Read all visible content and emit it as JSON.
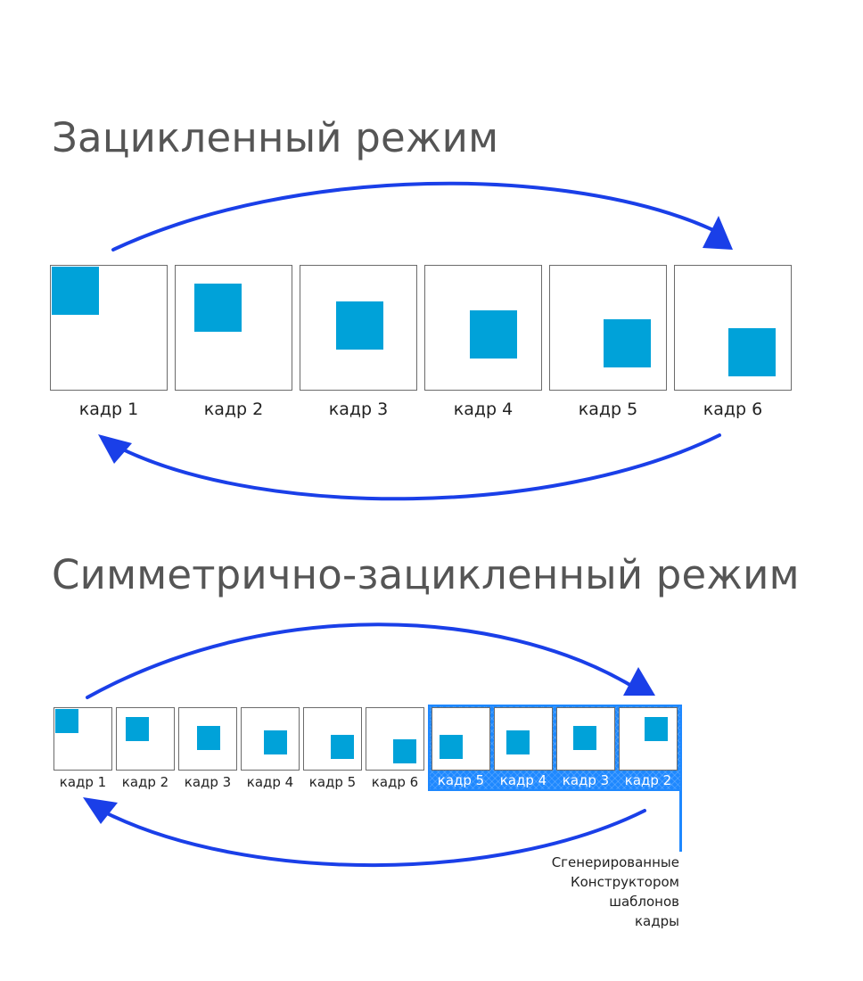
{
  "loop_section": {
    "title": "Зацикленный режим",
    "frames": [
      {
        "label": "кадр 1"
      },
      {
        "label": "кадр 2"
      },
      {
        "label": "кадр 3"
      },
      {
        "label": "кадр 4"
      },
      {
        "label": "кадр 5"
      },
      {
        "label": "кадр 6"
      }
    ]
  },
  "symmetric_section": {
    "title": "Симметрично-зацикленный режим",
    "frames": [
      {
        "label": "кадр 1"
      },
      {
        "label": "кадр 2"
      },
      {
        "label": "кадр 3"
      },
      {
        "label": "кадр 4"
      },
      {
        "label": "кадр 5"
      },
      {
        "label": "кадр 6"
      }
    ],
    "generated_frames": [
      {
        "label": "кадр 5"
      },
      {
        "label": "кадр 4"
      },
      {
        "label": "кадр 3"
      },
      {
        "label": "кадр 2"
      }
    ],
    "generated_note": [
      "Сгенерированные",
      "Конструктором",
      "шаблонов",
      "кадры"
    ]
  },
  "colors": {
    "square": "#00a2d9",
    "arrow": "#1a3fe8",
    "generated_panel": "#1e88ff",
    "title_text": "#555555"
  }
}
